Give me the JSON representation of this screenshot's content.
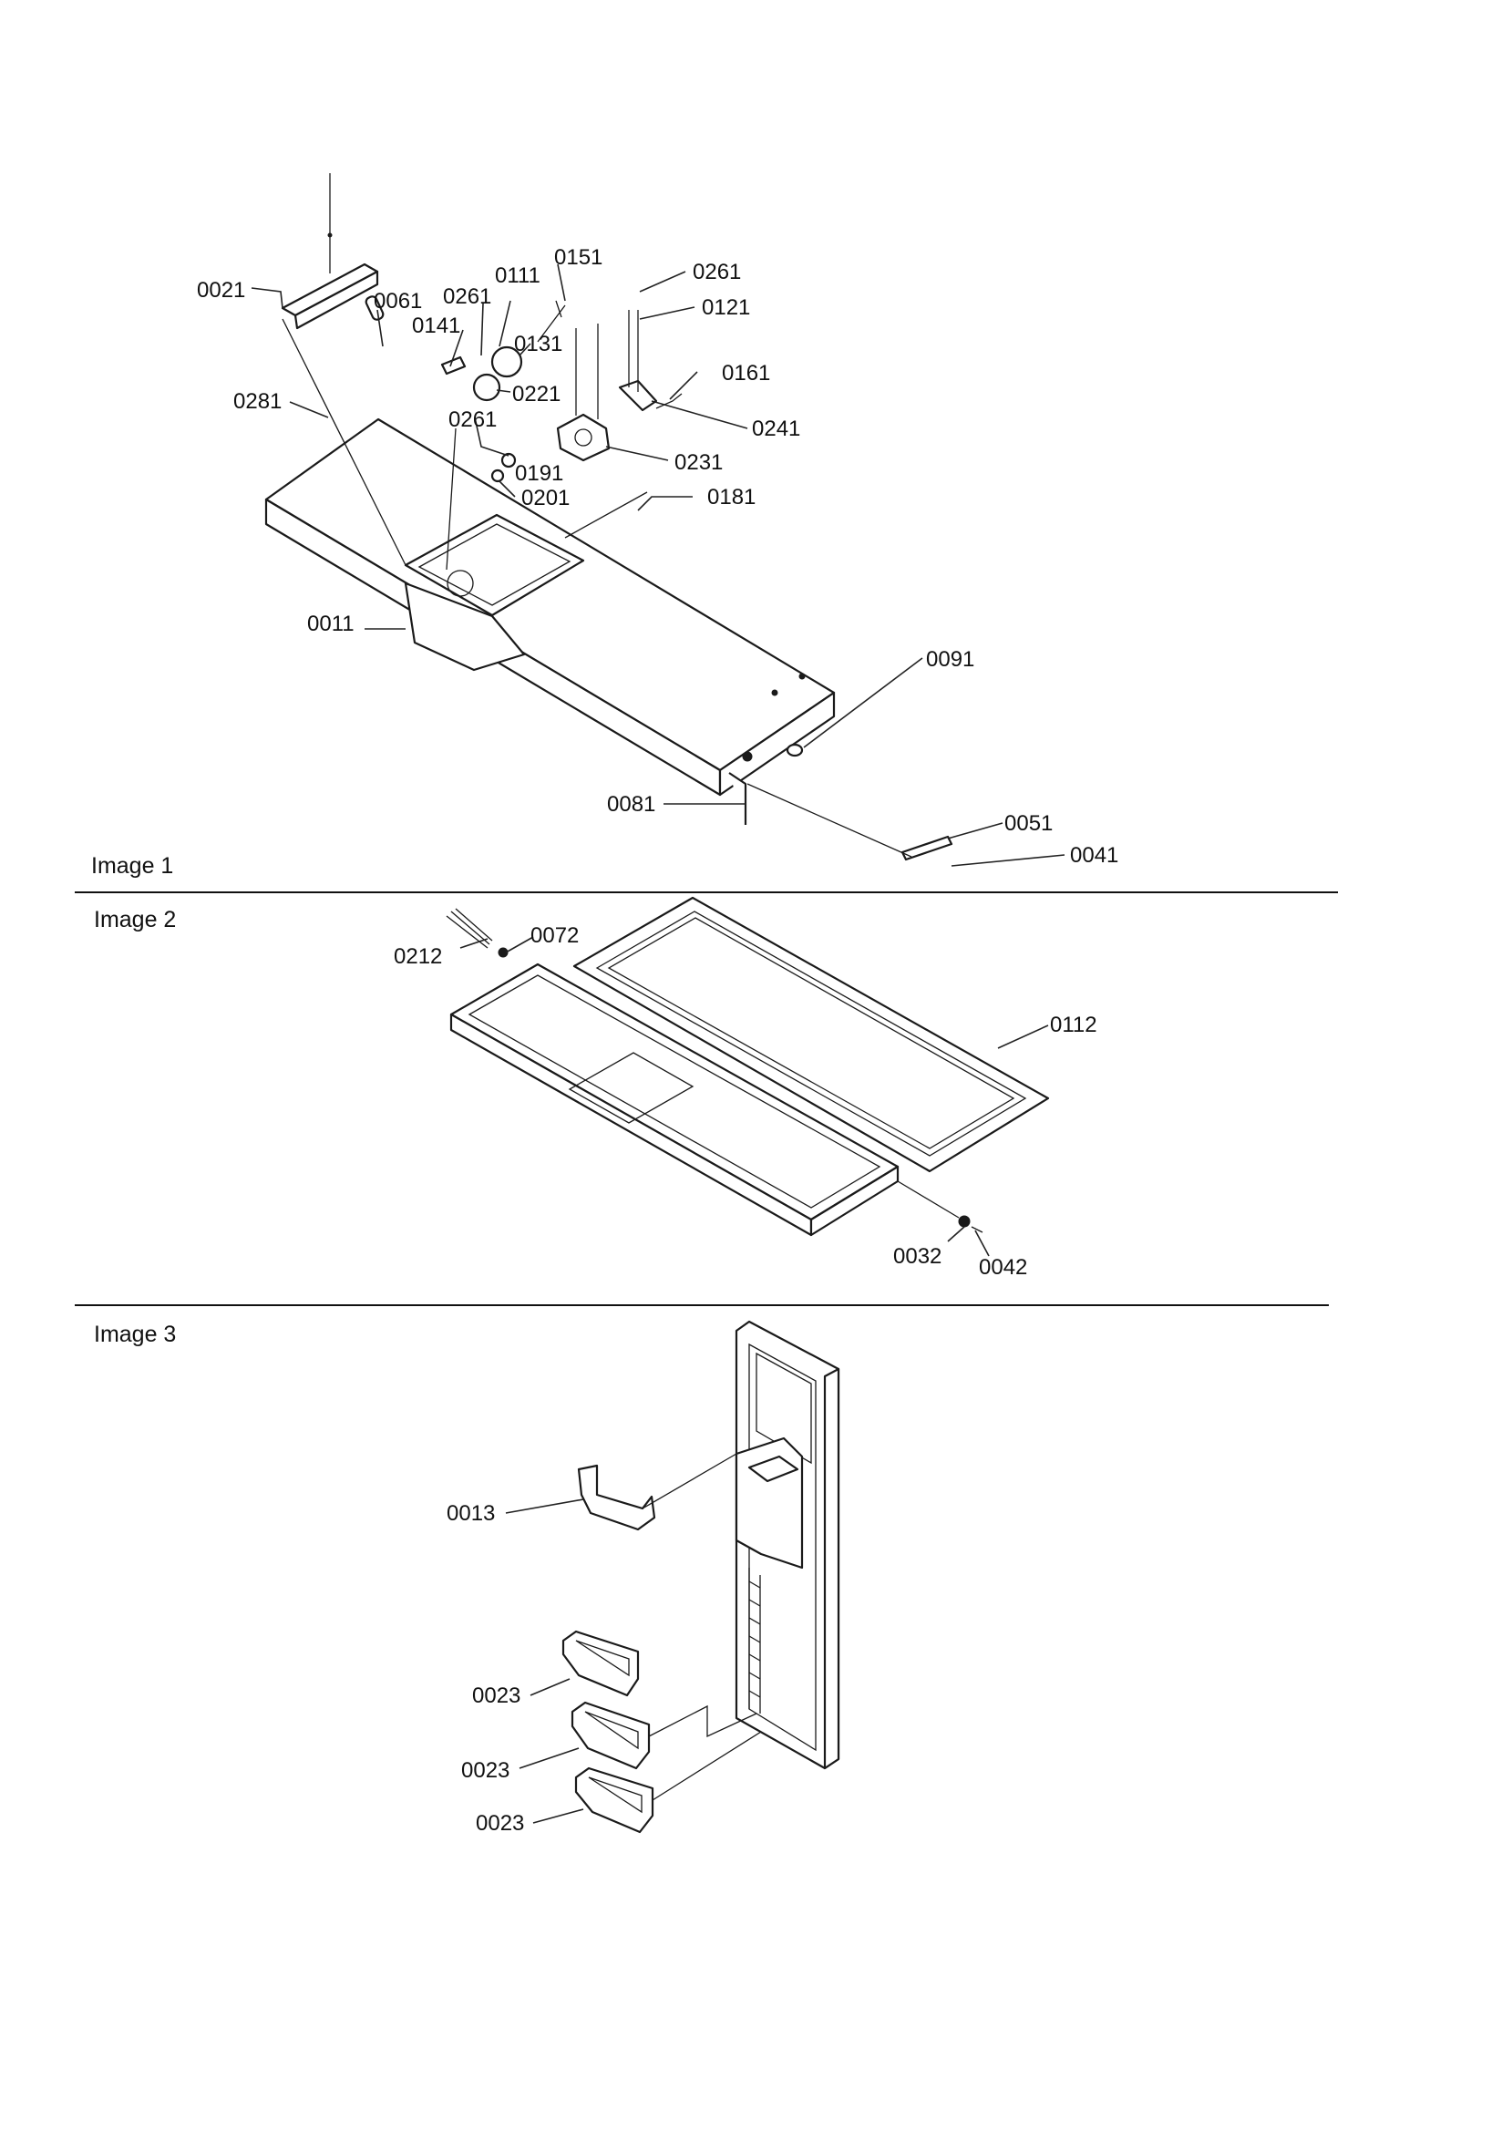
{
  "sections": [
    {
      "caption": "Image 1",
      "labels": [
        "0021",
        "0061",
        "0261",
        "0111",
        "0151",
        "0261",
        "0121",
        "0141",
        "0131",
        "0161",
        "0221",
        "0281",
        "0261",
        "0241",
        "0231",
        "0191",
        "0201",
        "0181",
        "0011",
        "0091",
        "0081",
        "0051",
        "0041"
      ]
    },
    {
      "caption": "Image 2",
      "labels": [
        "0212",
        "0072",
        "0112",
        "0032",
        "0042"
      ]
    },
    {
      "caption": "Image 3",
      "labels": [
        "0013",
        "0023",
        "0023",
        "0023"
      ]
    }
  ]
}
